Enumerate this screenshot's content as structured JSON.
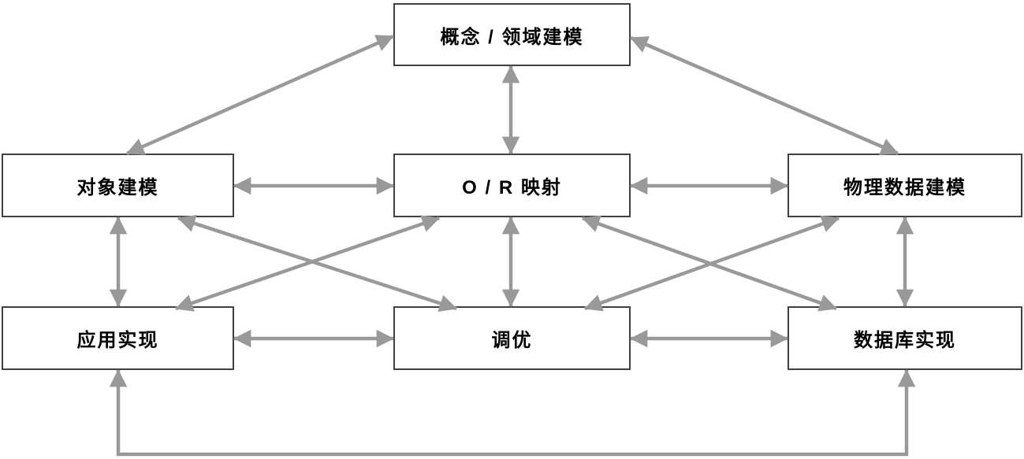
{
  "diagram": {
    "nodes": [
      {
        "id": "concept",
        "label": "概念 / 领域建模"
      },
      {
        "id": "object",
        "label": "对象建模"
      },
      {
        "id": "orm",
        "label": "O / R 映射"
      },
      {
        "id": "physical",
        "label": "物理数据建模"
      },
      {
        "id": "app",
        "label": "应用实现"
      },
      {
        "id": "tuning",
        "label": "调优"
      },
      {
        "id": "db",
        "label": "数据库实现"
      }
    ],
    "edges": [
      {
        "from": "concept",
        "to": "object",
        "bidirectional": true
      },
      {
        "from": "concept",
        "to": "orm",
        "bidirectional": true
      },
      {
        "from": "concept",
        "to": "physical",
        "bidirectional": true
      },
      {
        "from": "object",
        "to": "orm",
        "bidirectional": true
      },
      {
        "from": "orm",
        "to": "physical",
        "bidirectional": true
      },
      {
        "from": "object",
        "to": "app",
        "bidirectional": true
      },
      {
        "from": "orm",
        "to": "tuning",
        "bidirectional": true
      },
      {
        "from": "physical",
        "to": "db",
        "bidirectional": true
      },
      {
        "from": "object",
        "to": "tuning",
        "bidirectional": true
      },
      {
        "from": "orm",
        "to": "app",
        "bidirectional": true
      },
      {
        "from": "orm",
        "to": "db",
        "bidirectional": true
      },
      {
        "from": "physical",
        "to": "tuning",
        "bidirectional": true
      },
      {
        "from": "app",
        "to": "tuning",
        "bidirectional": true
      },
      {
        "from": "tuning",
        "to": "db",
        "bidirectional": true
      },
      {
        "from": "app",
        "to": "db",
        "bidirectional": true,
        "route": "bottom-elbow"
      }
    ],
    "colors": {
      "arrow": "#999999",
      "box_border": "#404040",
      "box_background": "#ffffff",
      "text": "#000000",
      "page_background": "#ffffff"
    }
  }
}
